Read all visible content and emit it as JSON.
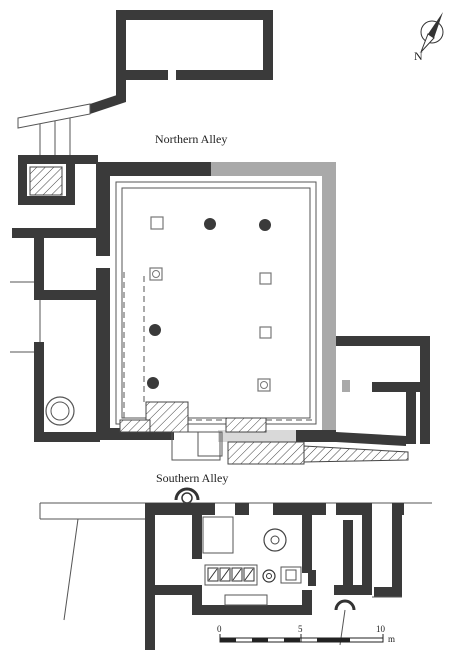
{
  "labels": {
    "northern_alley": "Northern Alley",
    "southern_alley": "Southern Alley",
    "north": "N"
  },
  "scale_bar": {
    "ticks": [
      "0",
      "5",
      "10"
    ],
    "unit": "m"
  },
  "colors": {
    "wall": "#3a3a3a",
    "wall_reconstructed": "#a9a9a9",
    "wall_pale": "#d9d9d9"
  }
}
